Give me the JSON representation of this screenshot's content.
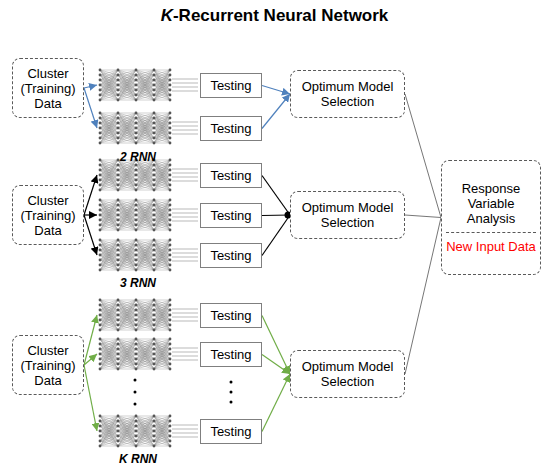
{
  "diagram": {
    "title": "K-Recurrent Neural Network",
    "nodes": [
      {
        "text": [
          "Cluster (Training) Data"
        ]
      },
      {
        "text": [
          "Testing"
        ]
      },
      {
        "text": [
          "Testing"
        ]
      },
      {
        "text": [
          "Optimum Model Selection"
        ]
      },
      {
        "text": [
          "Cluster (Training) Data"
        ]
      },
      {
        "text": [
          "Testing"
        ]
      },
      {
        "text": [
          "Testing"
        ]
      },
      {
        "text": [
          "Testing"
        ]
      },
      {
        "text": [
          "Optimum Model Selection"
        ]
      },
      {
        "text": [
          "Cluster (Training) Data"
        ]
      },
      {
        "text": [
          "Testing"
        ]
      },
      {
        "text": [
          "Testing"
        ]
      },
      {
        "text": [
          "Testing"
        ]
      },
      {
        "text": [
          "Optimum Model Selection"
        ]
      },
      {
        "text": [
          "Response Variable Analysis",
          "New Input Data"
        ]
      }
    ],
    "edges": [
      {
        "from": 1,
        "to": 3,
        "arrow": "to"
      },
      {
        "from": 2,
        "to": 3,
        "arrow": "to"
      },
      {
        "from": 5,
        "to": 8,
        "arrow": "none"
      },
      {
        "from": 6,
        "to": 8,
        "arrow": "none"
      },
      {
        "from": 7,
        "to": 8,
        "arrow": "none"
      },
      {
        "from": 10,
        "to": 13,
        "arrow": "to"
      },
      {
        "from": 11,
        "to": 13,
        "arrow": "to"
      },
      {
        "from": 12,
        "to": 13,
        "arrow": "to"
      },
      {
        "from": 3,
        "to": 14,
        "arrow": "none"
      },
      {
        "from": 8,
        "to": 14,
        "arrow": "none"
      },
      {
        "from": 13,
        "to": 14,
        "arrow": "none"
      }
    ],
    "labels": [
      "2 RNN",
      "3 RNN",
      "K RNN"
    ]
  }
}
